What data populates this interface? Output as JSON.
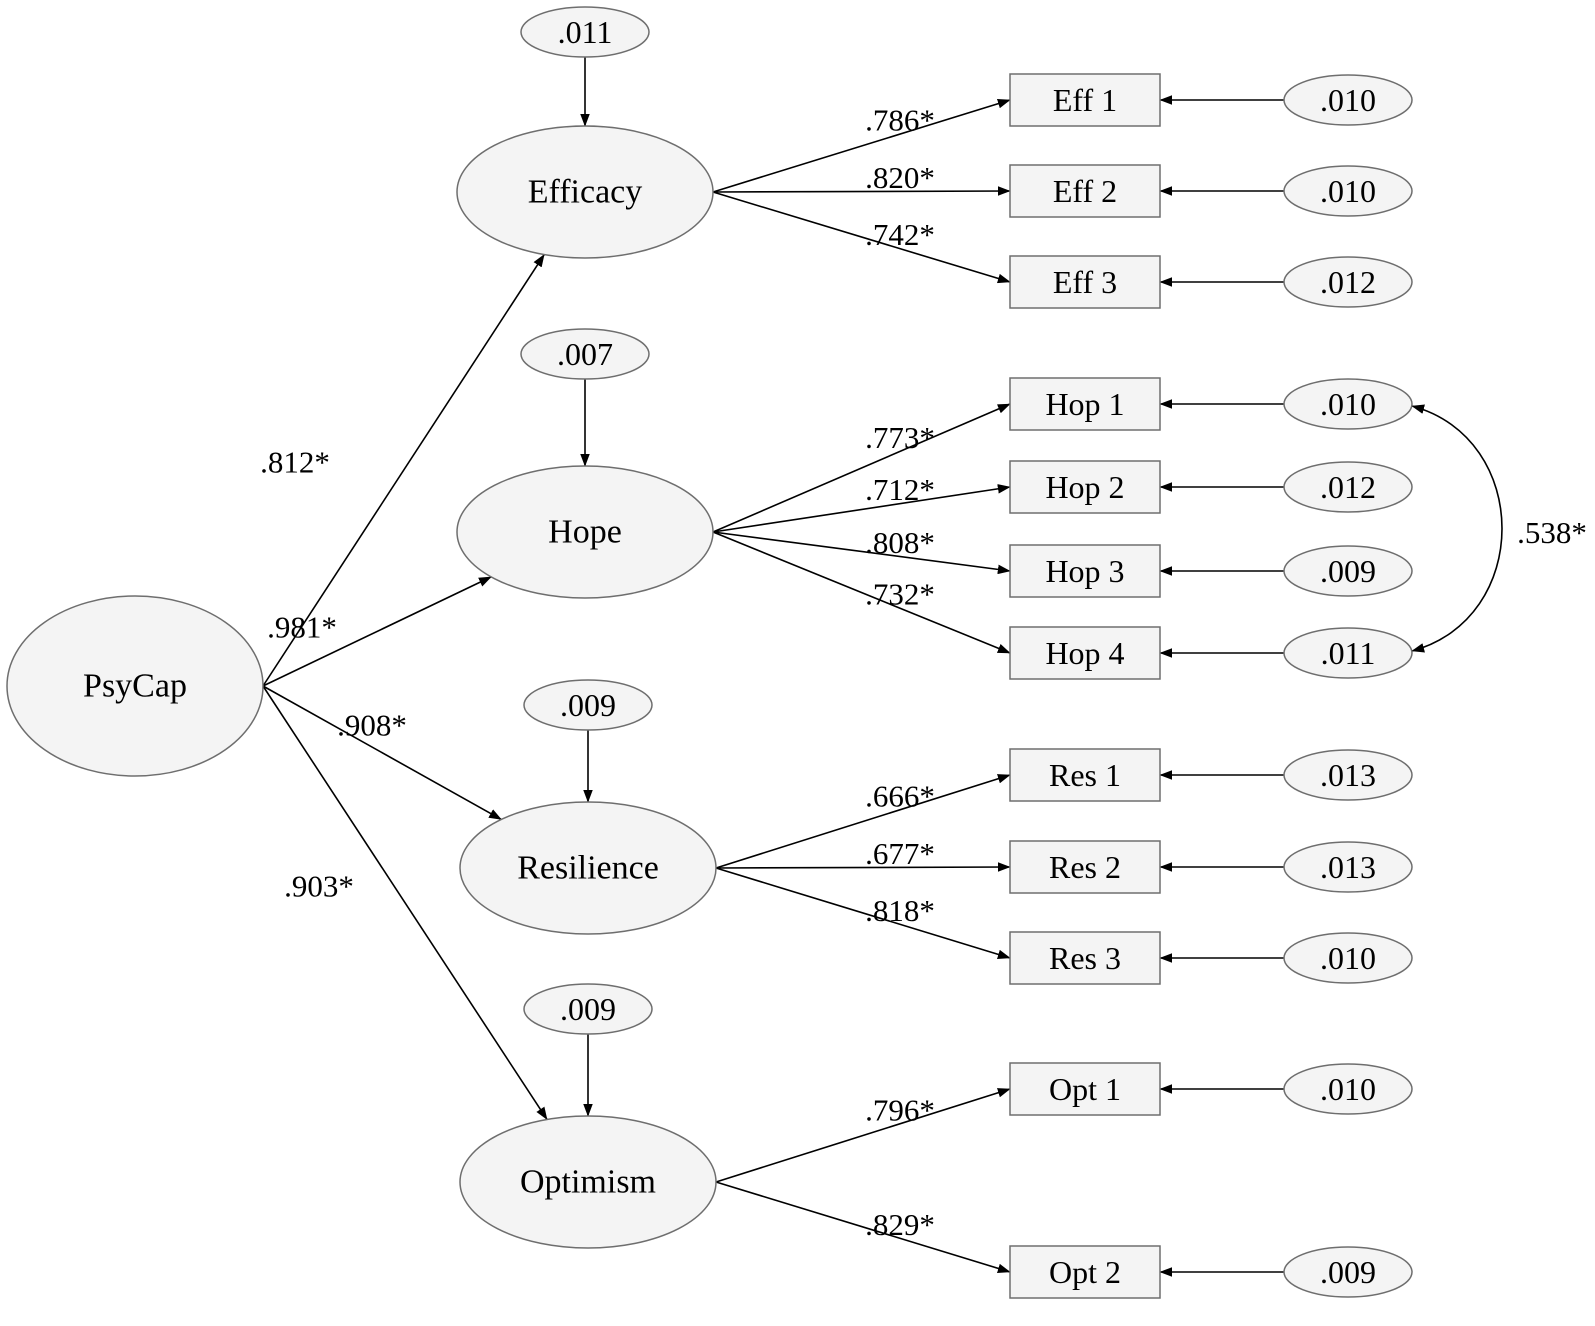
{
  "latents": [
    {
      "id": "psycap",
      "label": "PsyCap"
    },
    {
      "id": "efficacy",
      "label": "Efficacy",
      "disturbance": ".011",
      "loading": ".812*"
    },
    {
      "id": "hope",
      "label": "Hope",
      "disturbance": ".007",
      "loading": ".981*"
    },
    {
      "id": "resilience",
      "label": "Resilience",
      "disturbance": ".009",
      "loading": ".908*"
    },
    {
      "id": "optimism",
      "label": "Optimism",
      "disturbance": ".009",
      "loading": ".903*"
    }
  ],
  "indicators": [
    {
      "id": "eff1",
      "factor": "efficacy",
      "label": "Eff 1",
      "loading": ".786*",
      "error": ".010"
    },
    {
      "id": "eff2",
      "factor": "efficacy",
      "label": "Eff 2",
      "loading": ".820*",
      "error": ".010"
    },
    {
      "id": "eff3",
      "factor": "efficacy",
      "label": "Eff 3",
      "loading": ".742*",
      "error": ".012"
    },
    {
      "id": "hop1",
      "factor": "hope",
      "label": "Hop 1",
      "loading": ".773*",
      "error": ".010"
    },
    {
      "id": "hop2",
      "factor": "hope",
      "label": "Hop 2",
      "loading": ".712*",
      "error": ".012"
    },
    {
      "id": "hop3",
      "factor": "hope",
      "label": "Hop 3",
      "loading": ".808*",
      "error": ".009"
    },
    {
      "id": "hop4",
      "factor": "hope",
      "label": "Hop 4",
      "loading": ".732*",
      "error": ".011"
    },
    {
      "id": "res1",
      "factor": "resilience",
      "label": "Res 1",
      "loading": ".666*",
      "error": ".013"
    },
    {
      "id": "res2",
      "factor": "resilience",
      "label": "Res 2",
      "loading": ".677*",
      "error": ".013"
    },
    {
      "id": "res3",
      "factor": "resilience",
      "label": "Res 3",
      "loading": ".818*",
      "error": ".010"
    },
    {
      "id": "opt1",
      "factor": "optimism",
      "label": "Opt 1",
      "loading": ".796*",
      "error": ".010"
    },
    {
      "id": "opt2",
      "factor": "optimism",
      "label": "Opt 2",
      "loading": ".829*",
      "error": ".009"
    }
  ],
  "correlations": [
    {
      "between": [
        "hop1",
        "hop4"
      ],
      "value": ".538*"
    }
  ]
}
